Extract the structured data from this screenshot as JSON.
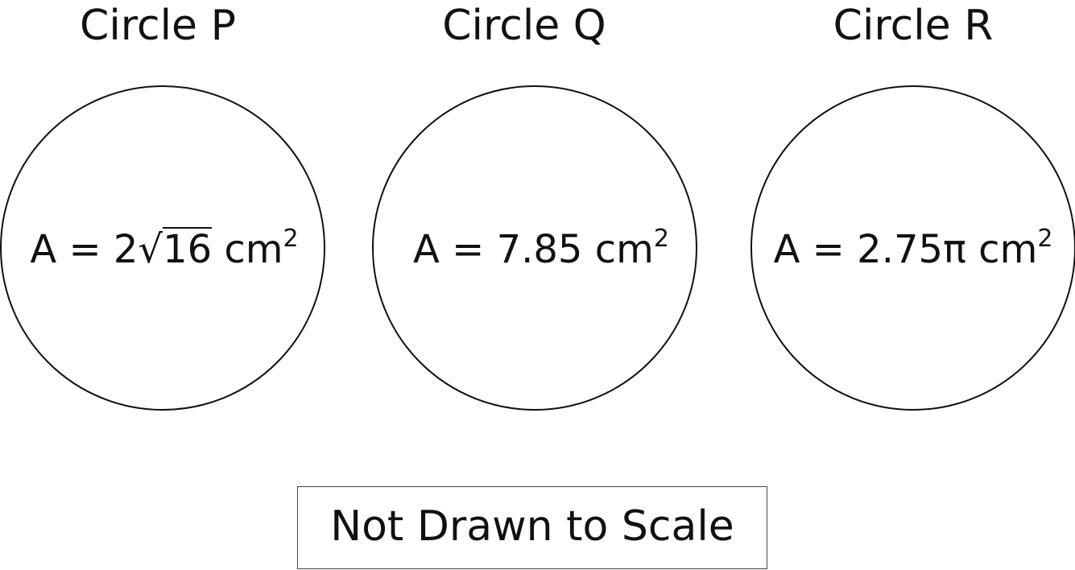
{
  "circles": [
    {
      "title": "Circle P",
      "area_prefix": "A = 2",
      "area_radical_symbol": "√",
      "area_radicand": "16",
      "area_unit": " cm",
      "area_exponent": "2"
    },
    {
      "title": "Circle Q",
      "area_prefix": "A = 7.85",
      "area_unit": " cm",
      "area_exponent": "2"
    },
    {
      "title": "Circle R",
      "area_prefix": "A = 2.75π",
      "area_unit": " cm",
      "area_exponent": "2"
    }
  ],
  "note": "Not Drawn to Scale",
  "colors": {
    "stroke": "#111111",
    "background": "#ffffff"
  }
}
